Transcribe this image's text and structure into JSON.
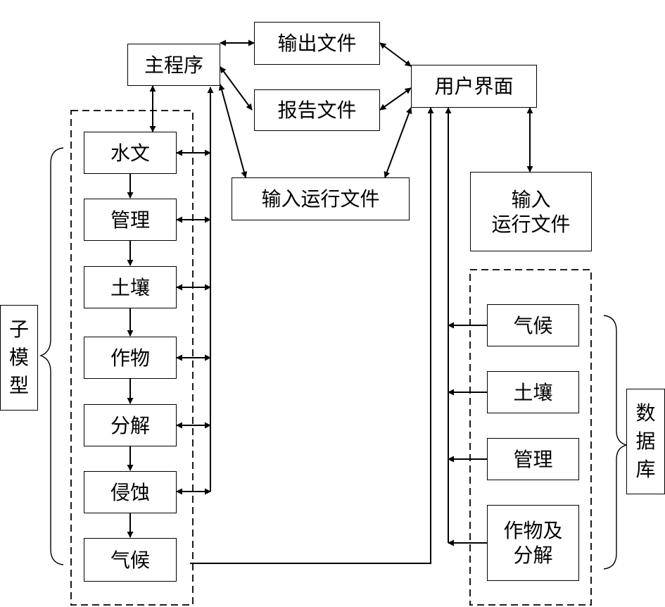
{
  "nodes": {
    "main_program": "主程序",
    "output_file": "输出文件",
    "report_file": "报告文件",
    "user_interface": "用户界面",
    "input_run_file_center": "输入运行文件",
    "input_run_file_right": "输入\n运行文件"
  },
  "submodels": {
    "label": "子\n模\n型",
    "items": [
      "水文",
      "管理",
      "土壤",
      "作物",
      "分解",
      "侵蚀",
      "气候"
    ]
  },
  "database": {
    "label": "数\n据\n库",
    "items": [
      "气候",
      "土壤",
      "管理",
      "作物及\n分解"
    ]
  },
  "colors": {
    "line": "#000000",
    "background": "#ffffff"
  }
}
